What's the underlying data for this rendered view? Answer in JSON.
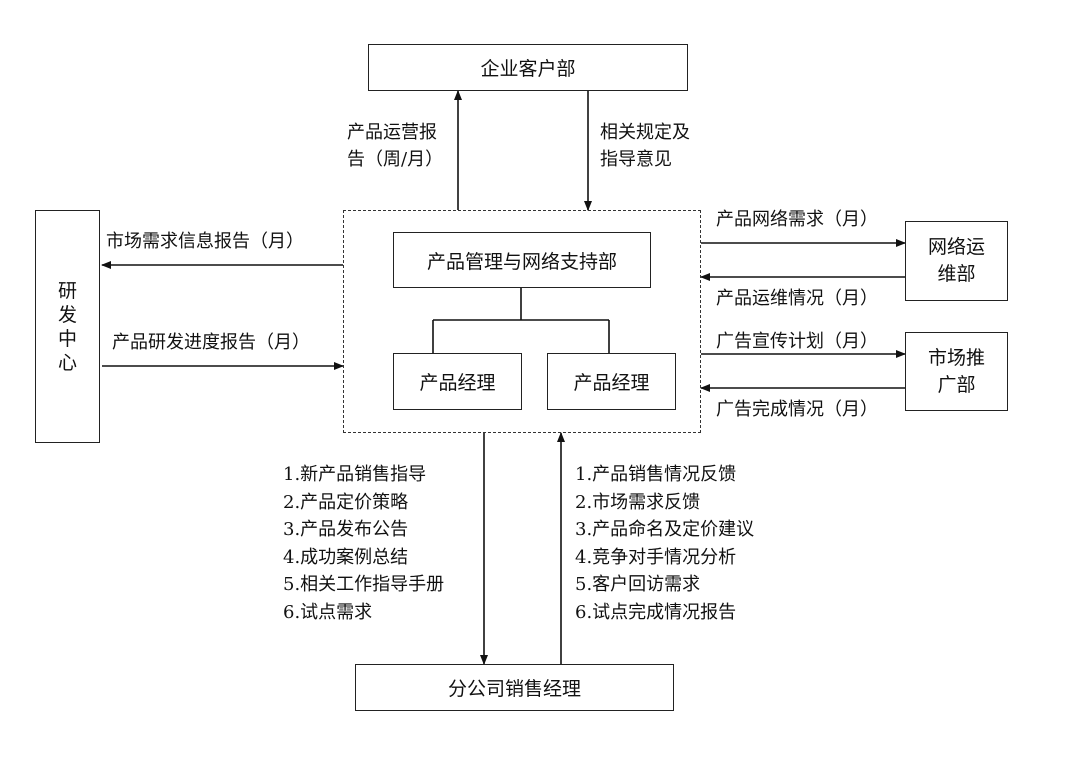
{
  "nodes": {
    "enterprise": "企业客户部",
    "rnd": [
      "研",
      "发",
      "中",
      "心"
    ],
    "product_mgmt": "产品管理与网络支持部",
    "pm_left": "产品经理",
    "pm_right": "产品经理",
    "network_ops": [
      "网络运",
      "维部"
    ],
    "marketing": [
      "市场推",
      "广部"
    ],
    "branch_sales": "分公司销售经理"
  },
  "edges": {
    "report_up": [
      "产品运营报",
      "告（周/月）"
    ],
    "rules_down": [
      "相关规定及",
      "指导意见"
    ],
    "market_demand": "市场需求信息报告（月）",
    "rnd_progress": "产品研发进度报告（月）",
    "net_demand": "产品网络需求（月）",
    "ops_status": "产品运维情况（月）",
    "ad_plan": "广告宣传计划（月）",
    "ad_done": "广告完成情况（月）",
    "to_branch": [
      "1.新产品销售指导",
      "2.产品定价策略",
      "3.产品发布公告",
      "4.成功案例总结",
      "5.相关工作指导手册",
      "6.试点需求"
    ],
    "from_branch": [
      "1.产品销售情况反馈",
      "2.市场需求反馈",
      "3.产品命名及定价建议",
      "4.竞争对手情况分析",
      "5.客户回访需求",
      "6.试点完成情况报告"
    ]
  }
}
